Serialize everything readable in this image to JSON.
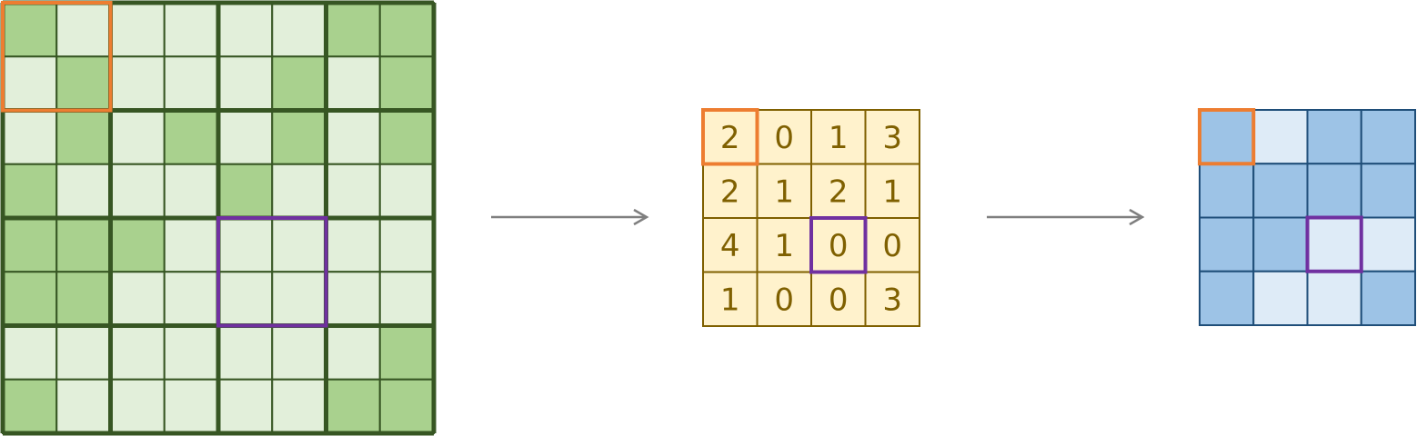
{
  "input_grid": {
    "rows": 8,
    "cols": 8,
    "cells": [
      [
        1,
        0,
        0,
        0,
        0,
        0,
        1,
        1
      ],
      [
        0,
        1,
        0,
        0,
        0,
        1,
        0,
        1
      ],
      [
        0,
        1,
        0,
        1,
        0,
        1,
        0,
        1
      ],
      [
        1,
        0,
        0,
        0,
        1,
        0,
        0,
        0
      ],
      [
        1,
        1,
        1,
        0,
        0,
        0,
        0,
        0
      ],
      [
        1,
        1,
        0,
        0,
        0,
        0,
        0,
        0
      ],
      [
        0,
        0,
        0,
        0,
        0,
        0,
        0,
        1
      ],
      [
        1,
        0,
        0,
        0,
        0,
        0,
        1,
        1
      ]
    ],
    "fill_on": "#a9d18e",
    "fill_off": "#e2efda",
    "stroke": "#375623"
  },
  "count_grid": {
    "values": [
      [
        "2",
        "0",
        "1",
        "3"
      ],
      [
        "2",
        "1",
        "2",
        "1"
      ],
      [
        "4",
        "1",
        "0",
        "0"
      ],
      [
        "1",
        "0",
        "0",
        "3"
      ]
    ],
    "fill": "#fff2cc",
    "stroke": "#7f6000",
    "text_color": "#7f6000"
  },
  "output_grid": {
    "cells": [
      [
        1,
        0,
        1,
        1
      ],
      [
        1,
        1,
        1,
        1
      ],
      [
        1,
        1,
        0,
        0
      ],
      [
        1,
        0,
        0,
        1
      ]
    ],
    "fill_on": "#9dc3e6",
    "fill_off": "#deebf7",
    "stroke": "#1f4e79"
  },
  "highlights": {
    "orange": "#ed7d31",
    "purple": "#7030a0"
  },
  "arrow_color": "#7f7f7f"
}
